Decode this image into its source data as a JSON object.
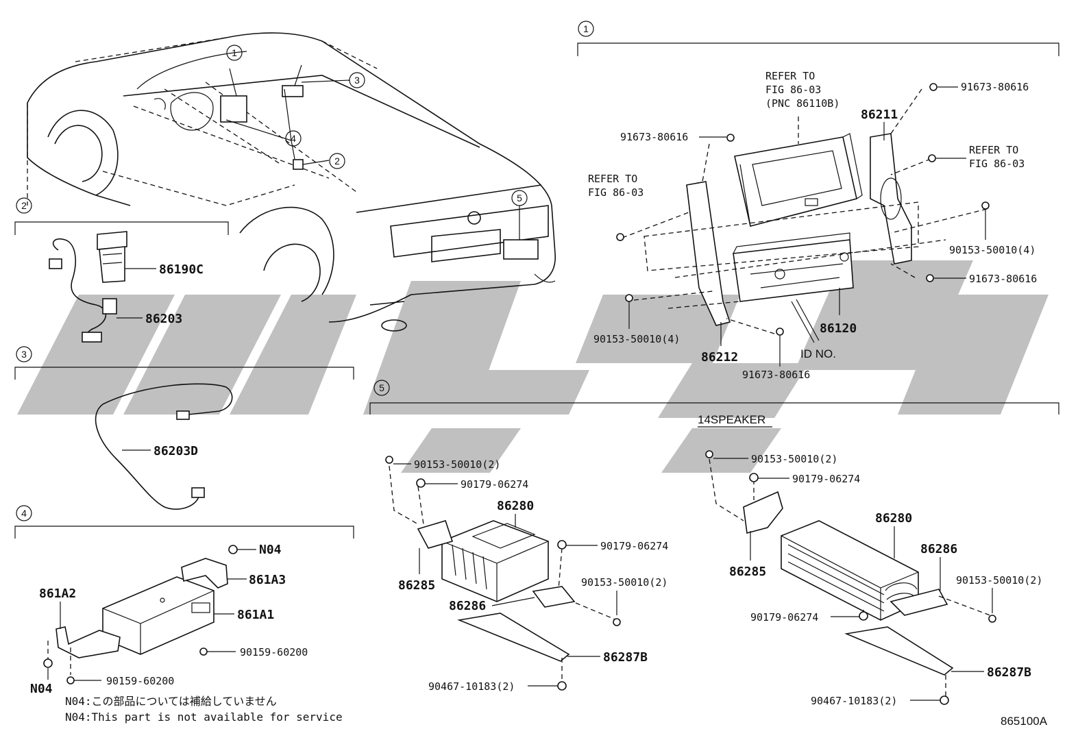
{
  "title": "",
  "watermark": {
    "color": "#bdbdbd"
  },
  "sections": {
    "s1": "1",
    "s2": "2",
    "s3": "3",
    "s4": "4",
    "s5": "5"
  },
  "car_callouts": {
    "c1": "1",
    "c2": "2",
    "c3": "3",
    "c4": "4",
    "c5": "5"
  },
  "section1": {
    "refer_fig_top": [
      "REFER TO",
      "FIG 86-03",
      "(PNC 86110B)"
    ],
    "refer_left": [
      "REFER TO",
      "FIG 86-03"
    ],
    "refer_right": [
      "REFER TO",
      "FIG 86-03"
    ],
    "parts": {
      "p86211": "86211",
      "p86212": "86212",
      "p86120": "86120",
      "screw_top_right": "91673-80616",
      "screw_top_left": "91673-80616",
      "screw_right_mid": "91673-80616",
      "screw_bottom": "91673-80616",
      "bolt_right": "90153-50010(4)",
      "bolt_left": "90153-50010(4)",
      "id_no": "ID NO."
    }
  },
  "section2": {
    "p86190C": "86190C",
    "p86203": "86203"
  },
  "section3": {
    "p86203D": "86203D"
  },
  "section4": {
    "N04_top": "N04",
    "p861A3": "861A3",
    "p861A2": "861A2",
    "p861A1": "861A1",
    "bolt_a": "90159-60200",
    "bolt_b": "90159-60200",
    "N04_bottom": "N04",
    "note_jp": "N04:この部品については補給していません",
    "note_en": "N04:This part is not available for service"
  },
  "section5": {
    "speaker_label": "14SPEAKER",
    "left": {
      "bolt_top": "90153-50010(2)",
      "nut_top": "90179-06274",
      "amp": "86280",
      "nut_right": "90179-06274",
      "bolt_right": "90153-50010(2)",
      "bracket_a": "86285",
      "bracket_b": "86286",
      "bracket_c": "86287B",
      "bolt_bottom": "90467-10183(2)"
    },
    "right": {
      "bolt_top": "90153-50010(2)",
      "nut_top": "90179-06274",
      "amp": "86280",
      "bracket_b": "86286",
      "bracket_a": "86285",
      "bolt_right": "90153-50010(2)",
      "nut_left": "90179-06274",
      "bracket_c": "86287B",
      "bolt_bottom": "90467-10183(2)"
    }
  },
  "figure_id": "865100A"
}
